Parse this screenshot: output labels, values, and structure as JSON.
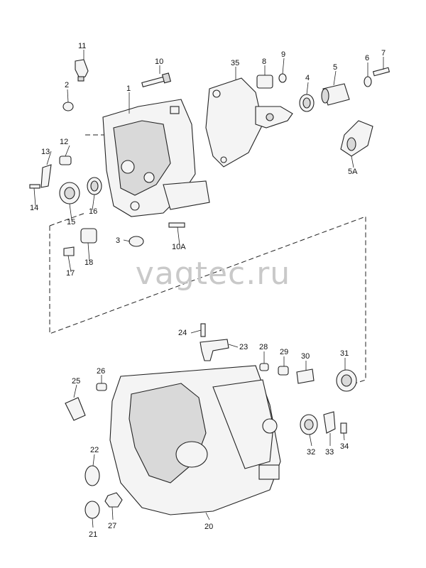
{
  "watermark": "vagtec.ru",
  "callouts": {
    "c11": "11",
    "c10": "10",
    "c35": "35",
    "c8": "8",
    "c9": "9",
    "c6": "6",
    "c7": "7",
    "c2": "2",
    "c1": "1",
    "c4": "4",
    "c5": "5",
    "c5A": "5A",
    "c12": "12",
    "c13": "13",
    "c14": "14",
    "c15": "15",
    "c16": "16",
    "c3": "3",
    "c10A": "10A",
    "c17": "17",
    "c18": "18",
    "c24": "24",
    "c23": "23",
    "c28": "28",
    "c29": "29",
    "c30": "30",
    "c31": "31",
    "c26": "26",
    "c25": "25",
    "c22": "22",
    "c32": "32",
    "c33": "33",
    "c34": "34",
    "c21": "21",
    "c27": "27",
    "c20": "20"
  }
}
